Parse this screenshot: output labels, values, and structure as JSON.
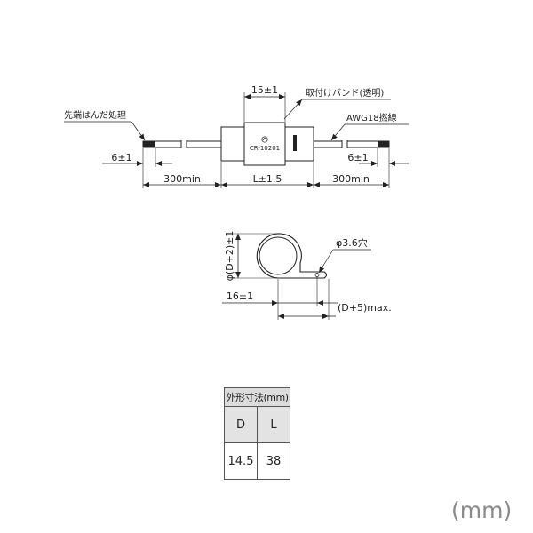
{
  "top_view": {
    "band_width_label": "15±1",
    "band_callout": "取付けバンド(透明)",
    "tip_callout": "先端はんだ処理",
    "wire_callout": "AWG18撚線",
    "strip_left_label": "6±1",
    "strip_right_label": "6±1",
    "lead_left_label": "300min",
    "body_length_label": "L±1.5",
    "lead_right_label": "300min",
    "body_marking": "CR-10201"
  },
  "band_view": {
    "diameter_label": "φ(D+2)±1",
    "hole_label": "φ3.6穴",
    "mount_label": "16±1",
    "max_label": "(D+5)max."
  },
  "table": {
    "title": "外形寸法(mm)",
    "headers": [
      "D",
      "L"
    ],
    "values": [
      "14.5",
      "38"
    ]
  },
  "unit_label": "(mm)"
}
